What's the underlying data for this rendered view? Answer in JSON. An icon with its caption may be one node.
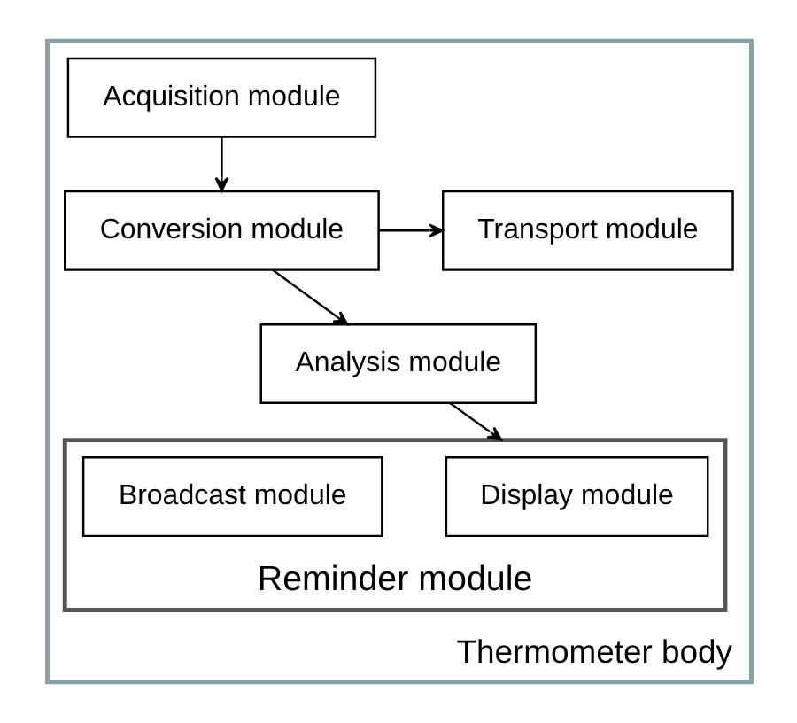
{
  "diagram": {
    "nodes": [
      {
        "text": [
          "Thermometer body"
        ]
      },
      {
        "text": [
          "Acquisition module"
        ],
        "in": 0
      },
      {
        "text": [
          "Conversion module"
        ],
        "in": 0
      },
      {
        "text": [
          "Transport module"
        ],
        "in": 0
      },
      {
        "text": [
          "Analysis module"
        ],
        "in": 0
      },
      {
        "text": [
          "Reminder module"
        ],
        "in": 0
      },
      {
        "text": [
          "Display module"
        ],
        "in": 5
      },
      {
        "text": [
          "Broadcast module"
        ],
        "in": 5
      }
    ],
    "edges": [
      {
        "from": 1,
        "to": 2,
        "arrow": "to"
      },
      {
        "from": 2,
        "to": 3,
        "arrow": "to"
      },
      {
        "from": 2,
        "to": 4,
        "arrow": "to"
      },
      {
        "from": 4,
        "to": 5,
        "arrow": "to"
      }
    ]
  }
}
